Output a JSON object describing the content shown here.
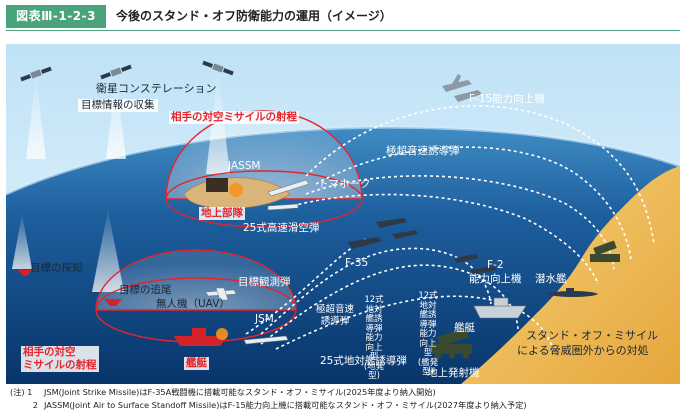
{
  "header": {
    "figure_number": "図表Ⅲ-1-2-3",
    "title": "今後のスタンド・オフ防衛能力の運用（イメージ）"
  },
  "scene_labels": {
    "satellite_constellation": "衛星コンステレーション",
    "target_info_collection": "目標情報の収集",
    "enemy_sam_range_top": "相手の対空ミサイルの射程",
    "jassm": "JASSM",
    "tomahawk": "トマホーク",
    "ground_unit": "地上部隊",
    "hypersonic_missile": "極超音速誘導弾",
    "f15_upgrade": "F-15能力向上機",
    "hvgp": "25式高速滑空弾",
    "f35": "F-35",
    "target_detection": "目標の探知",
    "target_tracking": "目標の追尾",
    "target_observation_missile": "目標観測弾",
    "uav": "無人機（UAV）",
    "jsm": "JSM",
    "enemy_sam_range_bottom": "相手の対空\nミサイルの射程",
    "enemy_ship": "艦艇",
    "improved_standoff": "極超音速\n誘導弾",
    "type12_a": "12式地対艦誘導弾能力向上型(地発型)",
    "type12_b": "12式地対艦誘導弾能力向上型(艦発型)",
    "type12_a_lines": [
      "12式地対",
      "艦誘導弾",
      "能力向上型",
      "(地発型)"
    ],
    "type12_b_lines": [
      "12式地対",
      "艦誘導弾",
      "能力向上型",
      "(艦発型)"
    ],
    "type25_surface": "25式地対艦誘導弾",
    "f2": "F-2",
    "f2_upgrade": "能力向上機",
    "submarine": "潜水艦",
    "destroyer": "艦艇",
    "ground_launcher": "地上発射機",
    "standoff_line1": "スタンド・オフ・ミサイル",
    "standoff_line2": "による脅威圏外からの対処"
  },
  "notes": [
    {
      "num": "(注) 1",
      "text": "JSM(Joint Strike Missile)はF-35A戦闘機に搭載可能なスタンド・オフ・ミサイル(2025年度より納入開始)"
    },
    {
      "num": "2",
      "text": "JASSM(Joint Air to Surface Standoff Missile)はF-15能力向上機に搭載可能なスタンド・オフ・ミサイル(2027年度より納入予定)"
    }
  ],
  "colors": {
    "badge": "#4aa37a",
    "sea_deep": "#0b3f78",
    "sky": "#dff0fa",
    "enemy_range": "#e5242b",
    "land": "#f2c15c",
    "trajectory": "#ffffff"
  }
}
